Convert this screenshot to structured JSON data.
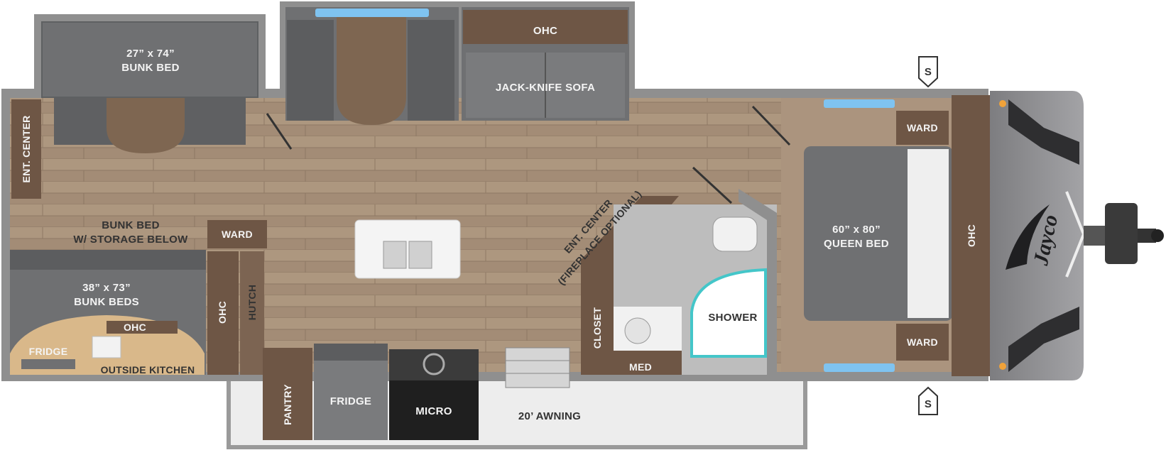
{
  "floorplan": {
    "labels": {
      "ohc_top": "OHC",
      "jack_knife_sofa": "JACK-KNIFE SOFA",
      "bunk_bed_top_size": "27” x 74”",
      "bunk_bed_top": "BUNK BED",
      "ent_center_left": "ENT. CENTER",
      "bunk_bed_storage_line1": "BUNK BED",
      "bunk_bed_storage_line2": "W/ STORAGE BELOW",
      "ward_hutch": "WARD",
      "bunk_beds_size": "38” x 73”",
      "bunk_beds": "BUNK BEDS",
      "ohc_bunk": "OHC",
      "fridge_outside": "FRIDGE",
      "outside_kitchen": "OUTSIDE KITCHEN",
      "ohc_vertical": "OHC",
      "hutch": "HUTCH",
      "pantry": "PANTRY",
      "fridge_kitchen": "FRIDGE",
      "micro": "MICRO",
      "awning": "20’ AWNING",
      "ent_center_mid_line1": "ENT. CENTER",
      "ent_center_mid_line2": "(FIREPLACE OPTIONAL)",
      "closet": "CLOSET",
      "med": "MED",
      "shower": "SHOWER",
      "ward_top_right": "WARD",
      "ward_bottom_right": "WARD",
      "queen_bed_size": "60” x 80”",
      "queen_bed": "QUEEN BED",
      "ohc_front": "OHC",
      "brand": "Jayco",
      "stabilizer_top": "S",
      "stabilizer_bottom": "S"
    },
    "colors": {
      "wall": "#8f8f8f",
      "floor": "#a8927c",
      "cabinet": "#6e5645",
      "bed_gray": "#6f7072",
      "sofa_gray": "#7a7b7d",
      "table_wood": "#7e6651",
      "window_blue": "#7fc3f0",
      "shower_teal": "#44c6c9",
      "outside_kitchen_tan": "#d9b88a",
      "front_cap": "#8a8a8c"
    }
  }
}
